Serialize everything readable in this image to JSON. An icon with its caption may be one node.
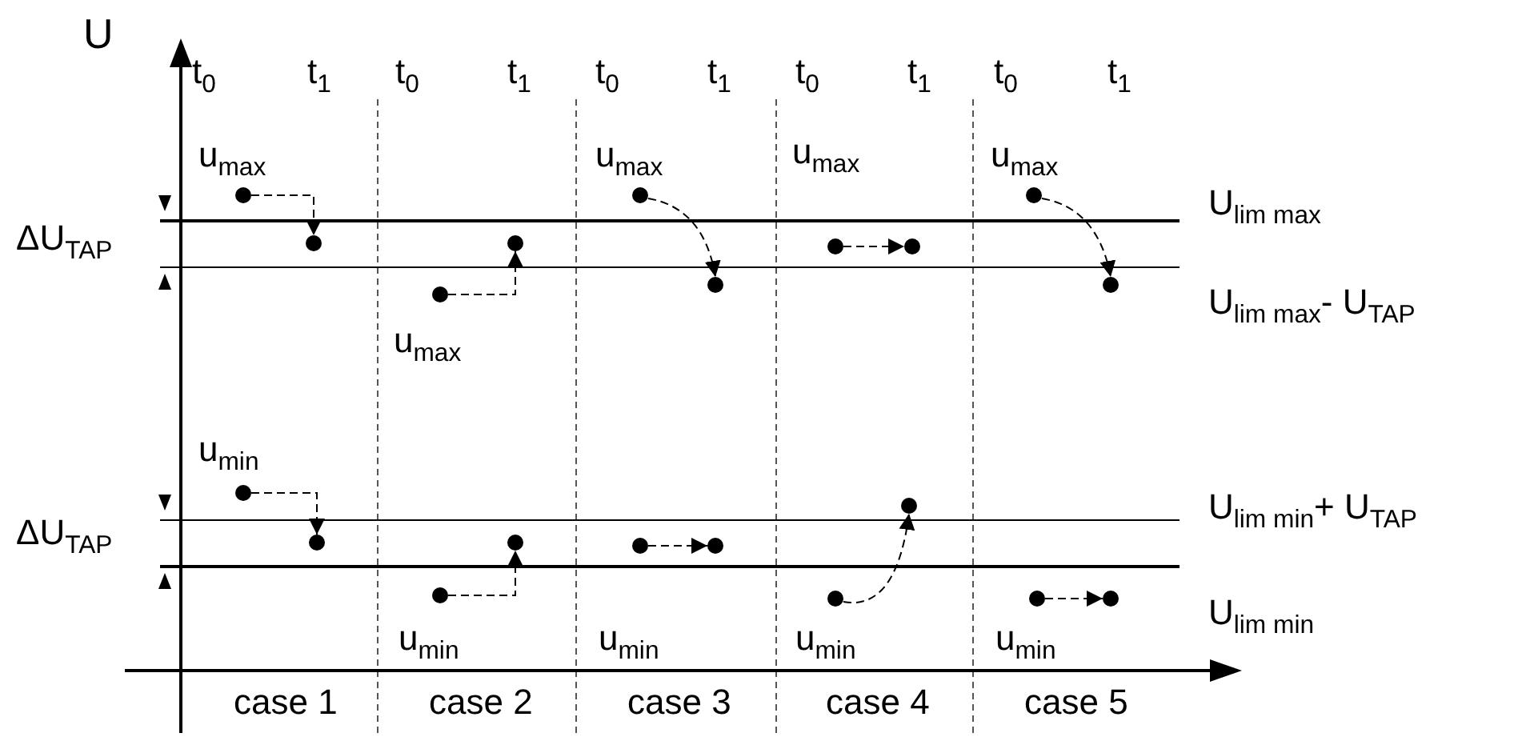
{
  "diagram": {
    "nodes": [
      {
        "text": [],
        "shape": "circle",
        "beside": [
          "u$_{max}$"
        ]
      },
      {
        "text": [],
        "shape": "circle"
      },
      {
        "text": [],
        "shape": "circle",
        "beside": [
          "u$_{max}$"
        ]
      },
      {
        "text": [],
        "shape": "circle"
      },
      {
        "text": [],
        "shape": "circle",
        "beside": [
          "u$_{max}$"
        ]
      },
      {
        "text": [],
        "shape": "circle"
      },
      {
        "text": [],
        "shape": "circle",
        "beside": [
          "u$_{max}$"
        ]
      },
      {
        "text": [],
        "shape": "circle"
      },
      {
        "text": [],
        "shape": "circle",
        "beside": [
          "u$_{max}$"
        ]
      },
      {
        "text": [],
        "shape": "circle"
      },
      {
        "text": [],
        "shape": "circle",
        "beside": [
          "u$_{min}$"
        ]
      },
      {
        "text": [],
        "shape": "circle"
      },
      {
        "text": [],
        "shape": "circle",
        "beside": [
          "u$_{min}$"
        ]
      },
      {
        "text": [],
        "shape": "circle"
      },
      {
        "text": [],
        "shape": "circle",
        "beside": [
          "u$_{min}$"
        ]
      },
      {
        "text": [],
        "shape": "circle"
      },
      {
        "text": [],
        "shape": "circle",
        "beside": [
          "u$_{min}$"
        ]
      },
      {
        "text": [],
        "shape": "circle"
      },
      {
        "text": [],
        "shape": "circle",
        "beside": [
          "u$_{min}$"
        ]
      },
      {
        "text": [],
        "shape": "circle"
      }
    ],
    "edges": [
      {
        "from": 0,
        "to": 1,
        "arrow": "to",
        "style": "dashed"
      },
      {
        "from": 2,
        "to": 3,
        "arrow": "to",
        "style": "dashed"
      },
      {
        "from": 4,
        "to": 5,
        "arrow": "to",
        "style": "dashed"
      },
      {
        "from": 6,
        "to": 7,
        "arrow": "to",
        "style": "dashed"
      },
      {
        "from": 8,
        "to": 9,
        "arrow": "to",
        "style": "dashed"
      },
      {
        "from": 10,
        "to": 11,
        "arrow": "to",
        "style": "dashed"
      },
      {
        "from": 12,
        "to": 13,
        "arrow": "to",
        "style": "dashed"
      },
      {
        "from": 14,
        "to": 15,
        "arrow": "to",
        "style": "dashed"
      },
      {
        "from": 16,
        "to": 17,
        "arrow": "to",
        "style": "dashed"
      },
      {
        "from": 18,
        "to": 19,
        "arrow": "to",
        "style": "dashed"
      }
    ],
    "labels": [
      "U",
      "t$_{0}$",
      "t$_{1}$",
      "t$_{0}$",
      "t$_{1}$",
      "t$_{0}$",
      "t$_{1}$",
      "t$_{0}$",
      "t$_{1}$",
      "t$_{0}$",
      "t$_{1}$",
      "U$_{lim max}$",
      "ΔU$_{TAP}$",
      "U$_{lim max}$- U$_{TAP}$",
      "ΔU$_{TAP}$",
      "U$_{lim min}$+ U$_{TAP}$",
      "U$_{lim min}$",
      "case 1",
      "case 2",
      "case 3",
      "case 4",
      "case 5"
    ]
  }
}
